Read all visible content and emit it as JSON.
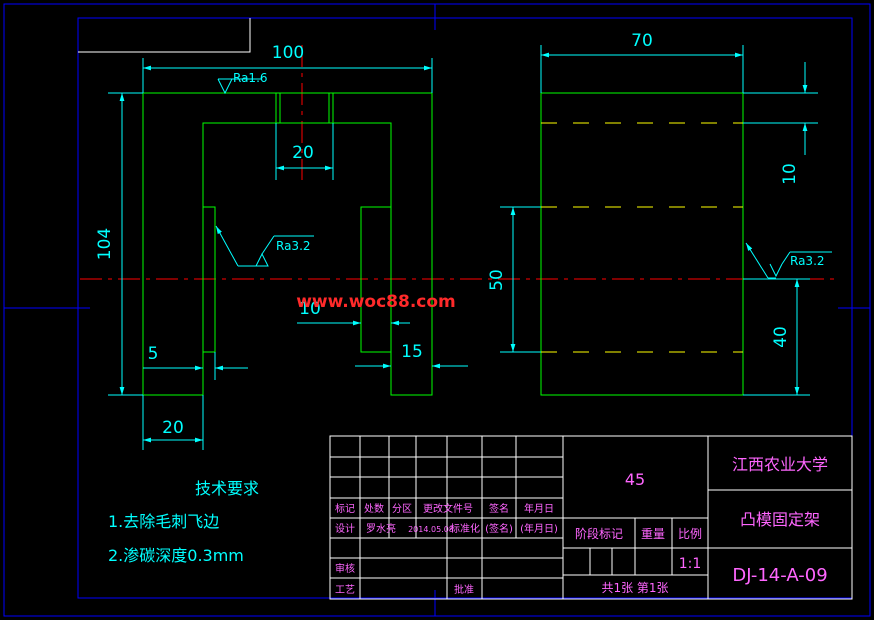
{
  "dimensions": {
    "width_100": "100",
    "height_104": "104",
    "slot_20": "20",
    "gap_10": "10",
    "leg_5": "5",
    "leg_15": "15",
    "foot_20": "20",
    "width_70": "70",
    "top_10": "10",
    "height_50": "50",
    "bottom_40": "40"
  },
  "roughness": {
    "top": "Ra1.6",
    "inner": "Ra3.2",
    "side": "Ra3.2"
  },
  "watermark": "www.woc88.com",
  "tech_requirements": {
    "title": "技术要求",
    "item1": "1.去除毛刺飞边",
    "item2": "2.渗碳深度0.3mm"
  },
  "title_block": {
    "col_biaoji": "标记",
    "col_chushu": "处数",
    "col_fenqu": "分区",
    "col_gaiwen": "更改文件号",
    "col_qianming": "签名",
    "col_date": "年月日",
    "sheji": "设计",
    "designer": "罗水亮",
    "design_date": "2014.05.08",
    "biaozhunhua": "标准化",
    "sign_placeholder": "(签名)",
    "date_placeholder": "(年月日)",
    "shenhe": "审核",
    "gongyi": "工艺",
    "pizhun": "批准",
    "material": "45",
    "stage_mark": "阶段标记",
    "weight": "重量",
    "scale_label": "比例",
    "scale": "1:1",
    "sheets": "共1张 第1张",
    "school": "江西农业大学",
    "part_name": "凸模固定架",
    "drawing_no": "DJ-14-A-09"
  },
  "colors": {
    "background": "#000000",
    "frame": "#0000ff",
    "part_outline": "#00ff00",
    "dimension": "#00ffff",
    "centerline": "#ff0000",
    "hidden_line": "#ffff00",
    "title_block": "#ff66ff",
    "grid": "#ffffff"
  }
}
